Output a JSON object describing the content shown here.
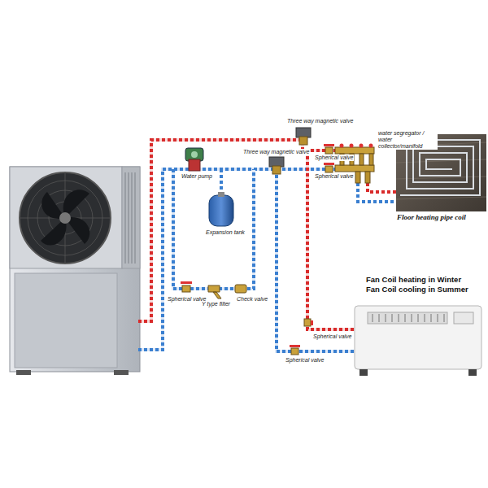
{
  "diagram": {
    "nodes": [
      {
        "text": [
          "Floor heating pipe coil"
        ]
      },
      {
        "text": [
          "Fan Coil heating in Winter",
          "Fan Coil cooling in Summer"
        ]
      }
    ],
    "labels": [
      "Three way magnetic valve",
      "water segregator / water collector/manifold",
      "Water pump",
      "Three way magnetic valve",
      "Spherical valve",
      "Spherical valve",
      "Expansion tank",
      "Spherical valve",
      "Y type filter",
      "Check valve",
      "Spherical valve",
      "Spherical valve"
    ]
  }
}
